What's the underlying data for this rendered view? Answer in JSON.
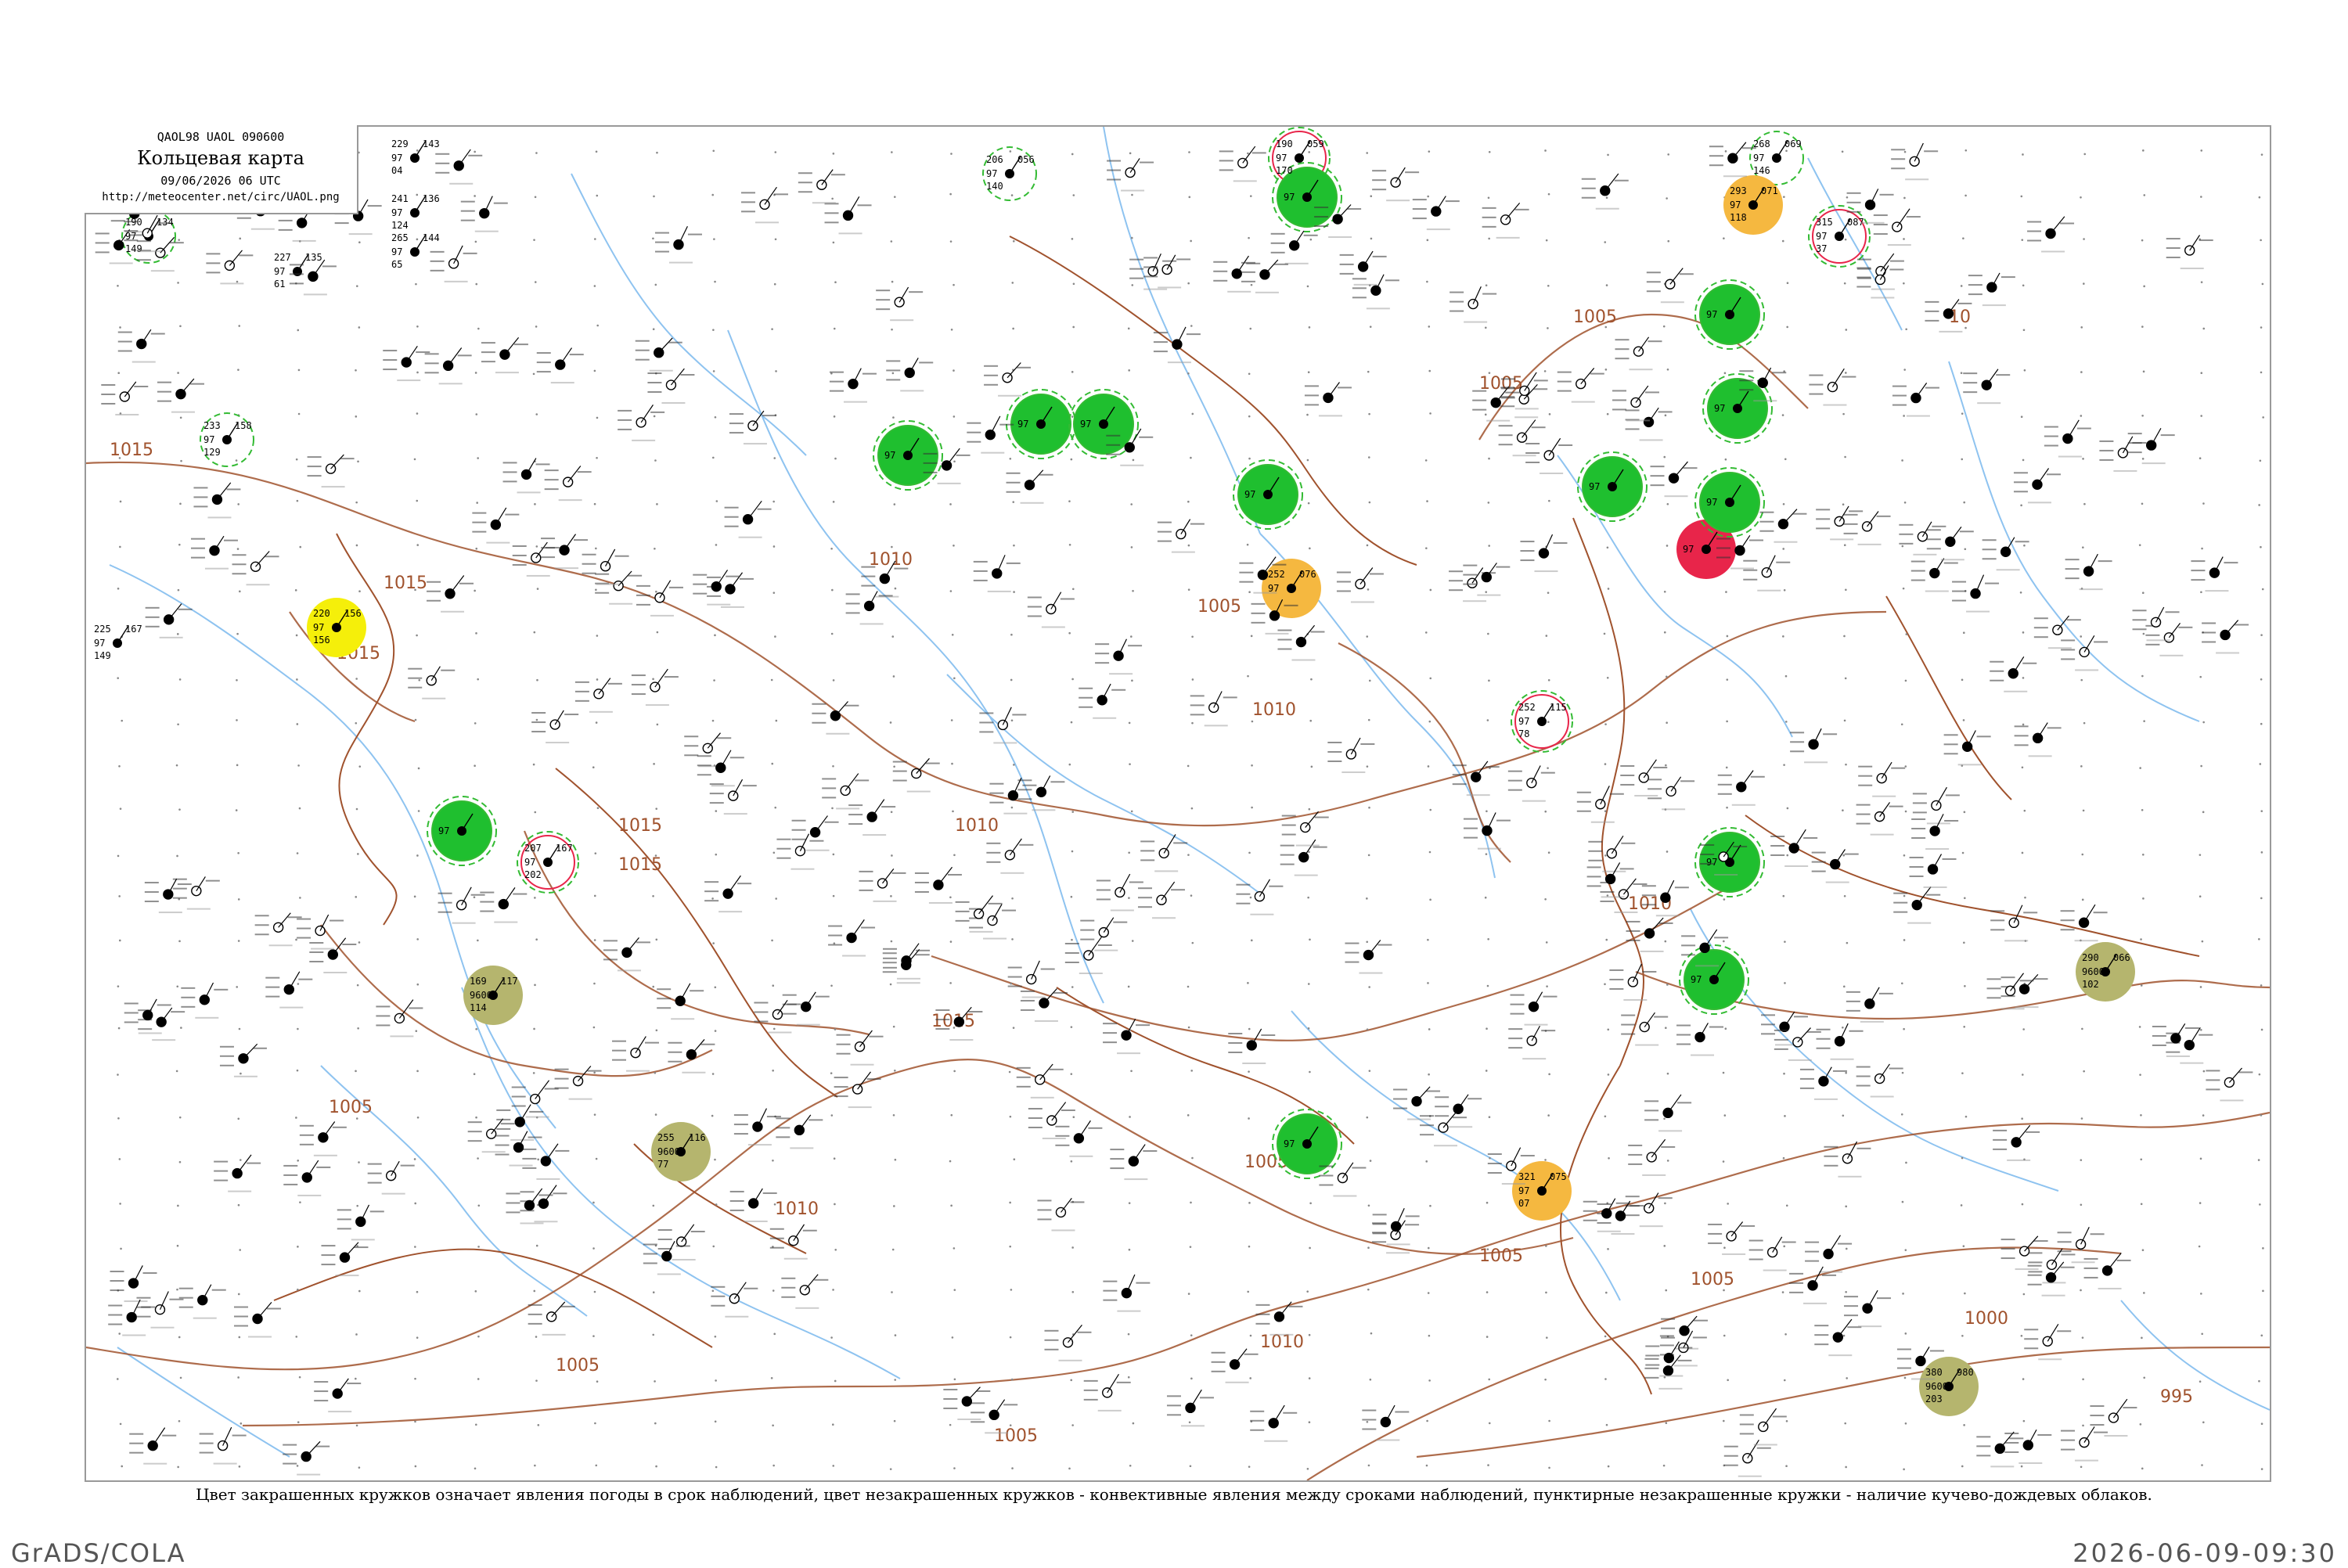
{
  "header": {
    "code": "QAOL98  UAOL  090600",
    "title": "Кольцевая карта",
    "time": "09/06/2026 06 UTC",
    "url": "http://meteocenter.net/circ/UAOL.png"
  },
  "caption": "Цвет закрашенных кружков означает явления погоды в срок наблюдений, цвет незакрашенных кружков - конвективные явления между сроками наблюдений, пунктирные незакрашенные кружки - наличие кучево-дождевых облаков.",
  "footer": {
    "left": "GrADS/COLA",
    "right": "2026-06-09-09:30"
  },
  "colors": {
    "isobar": "#a0522d",
    "river": "#8ec3f0",
    "border": "#a0522d",
    "thunder": "#1fbf2f",
    "thunder_dashed": "#33bb33",
    "shower_orange": "#f5b840",
    "hail_red": "#e8254a",
    "dust_olive": "#b5b56e",
    "fog_yellow": "#f5ef0a"
  },
  "isobar_labels": [
    {
      "label": "1015"
    },
    {
      "label": "1015"
    },
    {
      "label": "1015"
    },
    {
      "label": "1010"
    },
    {
      "label": "1015"
    },
    {
      "label": "1010"
    },
    {
      "label": "1015"
    },
    {
      "label": "1005"
    },
    {
      "label": "1010"
    },
    {
      "label": "1015"
    },
    {
      "label": "1010"
    },
    {
      "label": "1005"
    },
    {
      "label": "1005"
    },
    {
      "label": "1005"
    },
    {
      "label": "1010"
    },
    {
      "label": "1005"
    },
    {
      "label": "1000"
    },
    {
      "label": "1005"
    },
    {
      "label": "995"
    },
    {
      "label": "1005"
    },
    {
      "label": "1010"
    },
    {
      "label": "1005"
    },
    {
      "label": "1005"
    },
    {
      "label": "10"
    }
  ],
  "stations": [
    {
      "p": "190",
      "t": "97",
      "d": "149",
      "w": "134",
      "mark": "dashed-green"
    },
    {
      "p": "227",
      "t": "97",
      "d": "61",
      "w": "135"
    },
    {
      "p": "229",
      "t": "97",
      "d": "04",
      "w": "143"
    },
    {
      "p": "241",
      "t": "97",
      "d": "124",
      "w": "136"
    },
    {
      "p": "265",
      "t": "97",
      "d": "65",
      "w": "144"
    },
    {
      "p": "233",
      "t": "97",
      "d": "129",
      "w": "158",
      "mark": "dashed-green"
    },
    {
      "p": "220",
      "t": "97",
      "d": "156",
      "w": "156",
      "mark": "fog"
    },
    {
      "p": "225",
      "t": "97",
      "d": "149",
      "w": "167"
    },
    {
      "p": "206",
      "t": "97",
      "d": "140",
      "w": "056",
      "mark": "dashed-green"
    },
    {
      "p": "190",
      "t": "97",
      "d": "170",
      "w": "059",
      "mark": "red-ring"
    },
    {
      "p": "268",
      "t": "97",
      "d": "146",
      "w": "069",
      "mark": "dashed-green"
    },
    {
      "p": "293",
      "t": "97",
      "d": "118",
      "w": "071",
      "mark": "shower"
    },
    {
      "p": "252",
      "t": "97",
      "d": "",
      "w": "076",
      "mark": "shower"
    },
    {
      "p": "321",
      "t": "97",
      "d": "07",
      "w": "075",
      "mark": "shower"
    },
    {
      "p": "169",
      "t": "9600",
      "d": "114",
      "w": "117",
      "mark": "dust"
    },
    {
      "p": "255",
      "t": "9600",
      "d": "77",
      "w": "116",
      "mark": "dust"
    },
    {
      "p": "290",
      "t": "9600",
      "d": "102",
      "w": "066",
      "mark": "dust"
    },
    {
      "p": "380",
      "t": "9600",
      "d": "203",
      "w": "980",
      "mark": "dust"
    },
    {
      "p": "207",
      "t": "97",
      "d": "202",
      "w": "167",
      "mark": "red-ring"
    },
    {
      "p": "315",
      "t": "97",
      "d": "37",
      "w": "087",
      "mark": "red-ring"
    },
    {
      "p": "252",
      "t": "97",
      "d": "78",
      "w": "115",
      "mark": "red-ring"
    },
    {
      "p": "",
      "t": "97",
      "d": "",
      "w": "",
      "mark": "hail"
    },
    {
      "p": "",
      "t": "97",
      "d": "",
      "w": "",
      "mark": "thunder"
    },
    {
      "p": "",
      "t": "97",
      "d": "",
      "w": "",
      "mark": "thunder"
    },
    {
      "p": "",
      "t": "97",
      "d": "",
      "w": "",
      "mark": "thunder"
    },
    {
      "p": "",
      "t": "97",
      "d": "",
      "w": "",
      "mark": "thunder"
    },
    {
      "p": "",
      "t": "97",
      "d": "",
      "w": "",
      "mark": "thunder"
    },
    {
      "p": "",
      "t": "97",
      "d": "",
      "w": "",
      "mark": "thunder"
    },
    {
      "p": "",
      "t": "97",
      "d": "",
      "w": "",
      "mark": "thunder"
    },
    {
      "p": "",
      "t": "97",
      "d": "",
      "w": "",
      "mark": "thunder"
    },
    {
      "p": "",
      "t": "97",
      "d": "",
      "w": "",
      "mark": "thunder"
    },
    {
      "p": "",
      "t": "97",
      "d": "",
      "w": "",
      "mark": "thunder"
    },
    {
      "p": "",
      "t": "97",
      "d": "",
      "w": "",
      "mark": "thunder"
    },
    {
      "p": "",
      "t": "97",
      "d": "",
      "w": "",
      "mark": "thunder"
    },
    {
      "p": "",
      "t": "97",
      "d": "",
      "w": "",
      "mark": "thunder"
    }
  ]
}
